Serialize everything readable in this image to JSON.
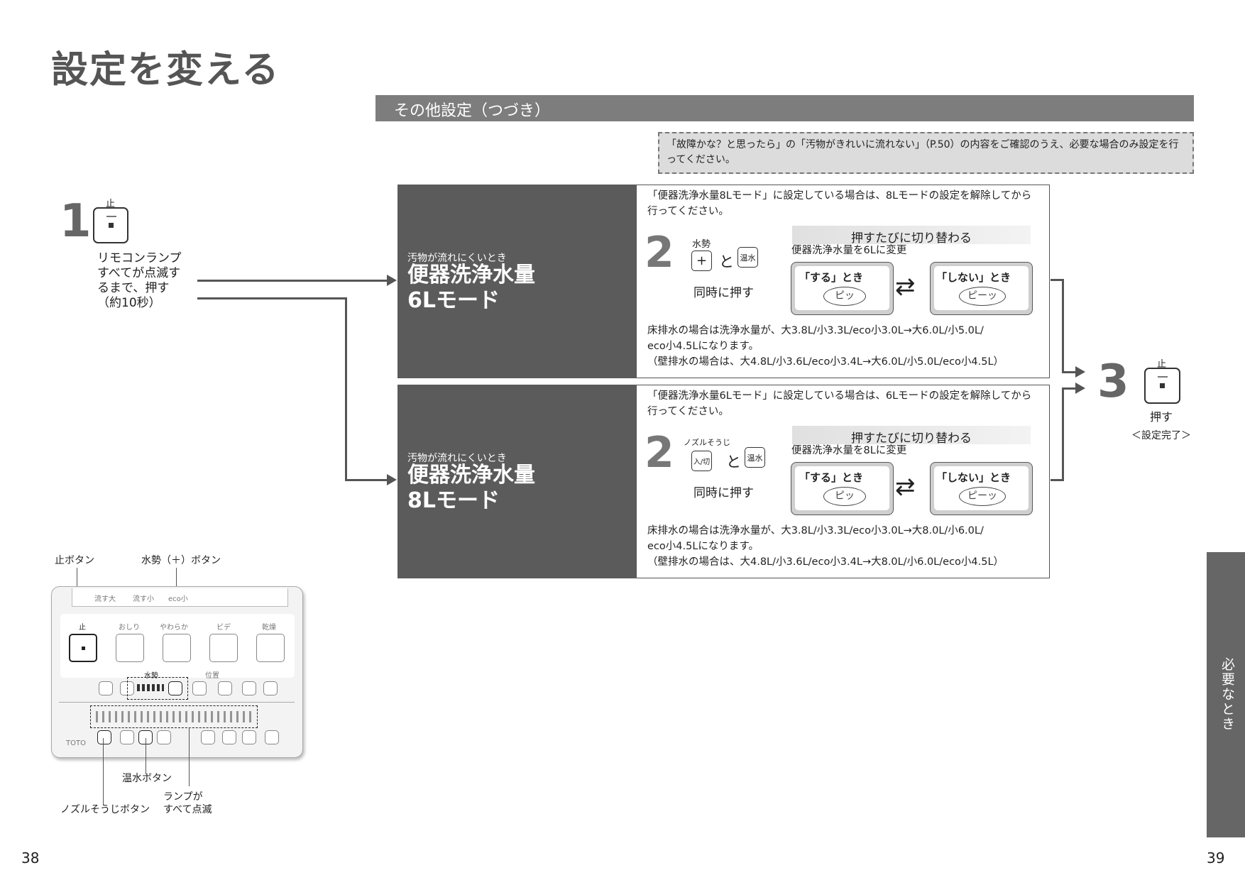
{
  "page_title": "設定を変える",
  "section_title": "その他設定（つづき）",
  "notice": "「故障かな？と思ったら」の「汚物がきれいに流れない」（P.50）の内容をご確認のうえ、必要な場合のみ設定を行ってください。",
  "step1": {
    "number": "1",
    "button_caption": "止",
    "instruction": [
      "リモコンランプ",
      "すべてが点滅す",
      "るまで、押す",
      "（約10秒）"
    ]
  },
  "mode6": {
    "subtitle": "汚物が流れにくいとき",
    "title_line1": "便器洗浄水量",
    "title_line2": "6Lモード",
    "intro": [
      "「便器洗浄水量8Lモード」に設定している場合は、8Lモードの設定を解除してから",
      "行ってください。"
    ],
    "step_number": "2",
    "btn1_caption": "水勢",
    "btn1_label": "+",
    "connector": "と",
    "btn2_label": "温水",
    "press_together": "同時に押す",
    "toggle_header": "押すたびに切り替わる",
    "change_text": "便器洗浄水量を6Lに変更",
    "on_label": "「する」とき",
    "on_sound": "ピッ",
    "off_label": "「しない」とき",
    "off_sound": "ピーッ",
    "note": [
      "床排水の場合は洗浄水量が、大3.8L/小3.3L/eco小3.0L→大6.0L/小5.0L/",
      "eco小4.5Lになります。",
      "（壁排水の場合は、大4.8L/小3.6L/eco小3.4L→大6.0L/小5.0L/eco小4.5L）"
    ]
  },
  "mode8": {
    "subtitle": "汚物が流れにくいとき",
    "title_line1": "便器洗浄水量",
    "title_line2": "8Lモード",
    "intro": [
      "「便器洗浄水量6Lモード」に設定している場合は、6Lモードの設定を解除してから",
      "行ってください。"
    ],
    "step_number": "2",
    "btn1_caption": "ノズルそうじ",
    "btn1_label": "入/切",
    "connector": "と",
    "btn2_label": "温水",
    "press_together": "同時に押す",
    "toggle_header": "押すたびに切り替わる",
    "change_text": "便器洗浄水量を8Lに変更",
    "on_label": "「する」とき",
    "on_sound": "ピッ",
    "off_label": "「しない」とき",
    "off_sound": "ピーッ",
    "note": [
      "床排水の場合は洗浄水量が、大3.8L/小3.3L/eco小3.0L→大8.0L/小6.0L/",
      "eco小4.5Lになります。",
      "（壁排水の場合は、大4.8L/小3.6L/eco小3.4L→大8.0L/小6.0L/eco小4.5L）"
    ]
  },
  "step3": {
    "number": "3",
    "button_caption": "止",
    "press": "押す",
    "complete": "＜設定完了＞"
  },
  "remote": {
    "stop_button_label": "止ボタン",
    "water_plus_label": "水勢（＋）ボタン",
    "warm_water_label": "温水ボタン",
    "lamps_label_1": "ランプが",
    "lamps_label_2": "すべて点滅",
    "nozzle_label": "ノズルそうじボタン",
    "top_buttons": [
      "流す大",
      "流す小",
      "eco小"
    ],
    "row1": [
      "止",
      "おしり",
      "やわらか",
      "ビデ",
      "乾燥"
    ],
    "water_caption": "水勢",
    "position_caption": "位置",
    "brand": "TOTO"
  },
  "side_tab": "必要なとき",
  "page_left": "38",
  "page_right": "39"
}
